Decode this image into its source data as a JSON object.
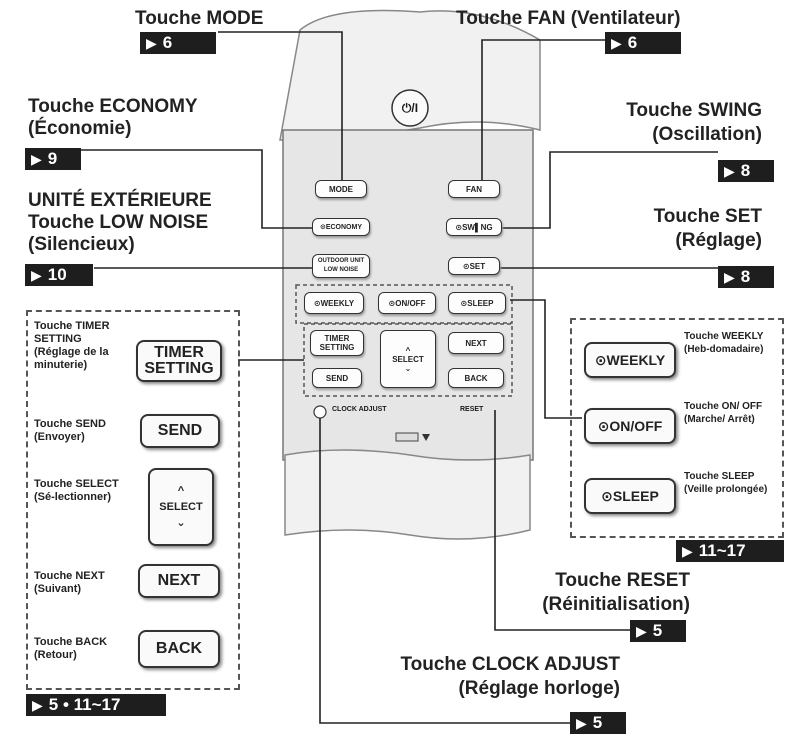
{
  "labels": {
    "mode": "Touche MODE",
    "fan": "Touche FAN (Ventilateur)",
    "economy_1": "Touche ECONOMY",
    "economy_2": "(Économie)",
    "swing_1": "Touche SWING",
    "swing_2": "(Oscillation)",
    "outdoor_1": "UNITÉ EXTÉRIEURE",
    "outdoor_2": "Touche LOW NOISE",
    "outdoor_3": "(Silencieux)",
    "set_1": "Touche SET",
    "set_2": "(Réglage)",
    "reset_1": "Touche RESET",
    "reset_2": "(Réinitialisation)",
    "clock_1": "Touche CLOCK ADJUST",
    "clock_2": "(Réglage horloge)"
  },
  "refs": {
    "mode": "6",
    "fan": "6",
    "economy": "9",
    "swing": "8",
    "outdoor": "10",
    "set": "8",
    "left_panel": "5 • 11~17",
    "right_panel": "11~17",
    "reset": "5",
    "clock": "5"
  },
  "remote": {
    "power": "⏻/I",
    "mode": "MODE",
    "fan": "FAN",
    "economy": "⊙ECONOMY",
    "swing": "⊙SW▌NG",
    "low_noise_1": "OUTDOOR UNIT",
    "low_noise_2": "LOW NOISE",
    "set": "⊙SET",
    "weekly": "⊙WEEKLY",
    "onoff": "⊙ON/OFF",
    "sleep": "⊙SLEEP",
    "timer_1": "TIMER",
    "timer_2": "SETTING",
    "select": "SELECT",
    "next": "NEXT",
    "send": "SEND",
    "back": "BACK",
    "clock_adjust": "CLOCK ADJUST",
    "reset": "RESET"
  },
  "left_panel": {
    "timer_desc": "Touche TIMER SETTING (Réglage de la minuterie)",
    "timer_btn_1": "TIMER",
    "timer_btn_2": "SETTING",
    "send_desc": "Touche SEND (Envoyer)",
    "send_btn": "SEND",
    "select_desc": "Touche SELECT (Sé-lectionner)",
    "select_btn": "SELECT",
    "next_desc": "Touche NEXT (Suivant)",
    "next_btn": "NEXT",
    "back_desc": "Touche BACK (Retour)",
    "back_btn": "BACK"
  },
  "right_panel": {
    "weekly_btn": "⊙WEEKLY",
    "weekly_desc": "Touche WEEKLY (Heb-domadaire)",
    "onoff_btn": "⊙ON/OFF",
    "onoff_desc": "Touche ON/ OFF (Marche/ Arrêt)",
    "sleep_btn": "⊙SLEEP",
    "sleep_desc": "Touche SLEEP (Veille prolongée)"
  }
}
